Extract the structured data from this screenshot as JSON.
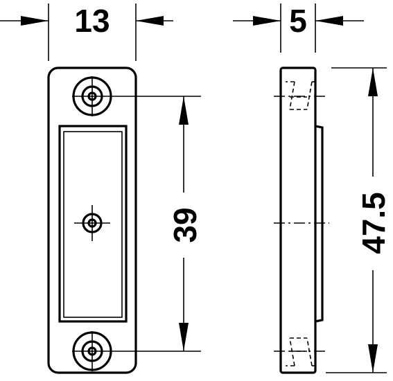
{
  "dimensions": {
    "width": "13",
    "depth": "5",
    "hole_spacing": "39",
    "height": "47.5"
  }
}
